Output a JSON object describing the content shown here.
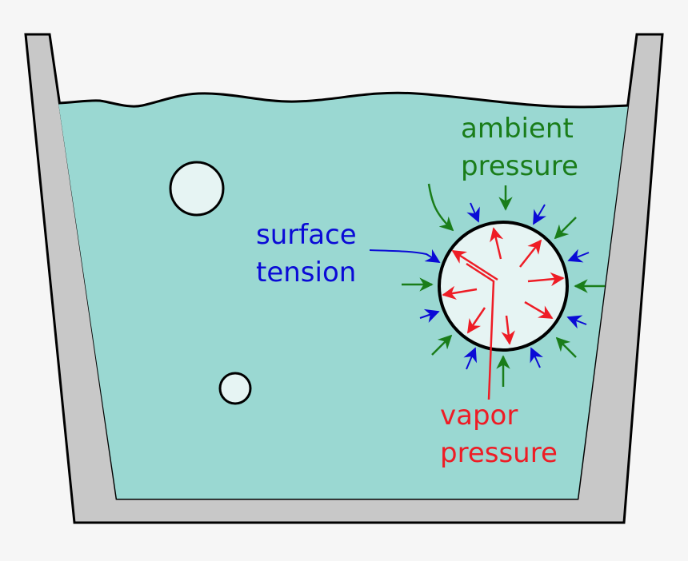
{
  "labels": {
    "ambient_line1": "ambient",
    "ambient_line2": "pressure",
    "surface_line1": "surface",
    "surface_line2": "tension",
    "vapor_line1": "vapor",
    "vapor_line2": "pressure"
  },
  "colors": {
    "background": "#f6f6f6",
    "container_fill": "#c8c8c8",
    "water": "#9ad8d2",
    "bubble": "#e6f4f3",
    "outline": "#000000",
    "ambient": "#1a7d1a",
    "surface_tension": "#0a0ad6",
    "vapor": "#ee1c25"
  }
}
